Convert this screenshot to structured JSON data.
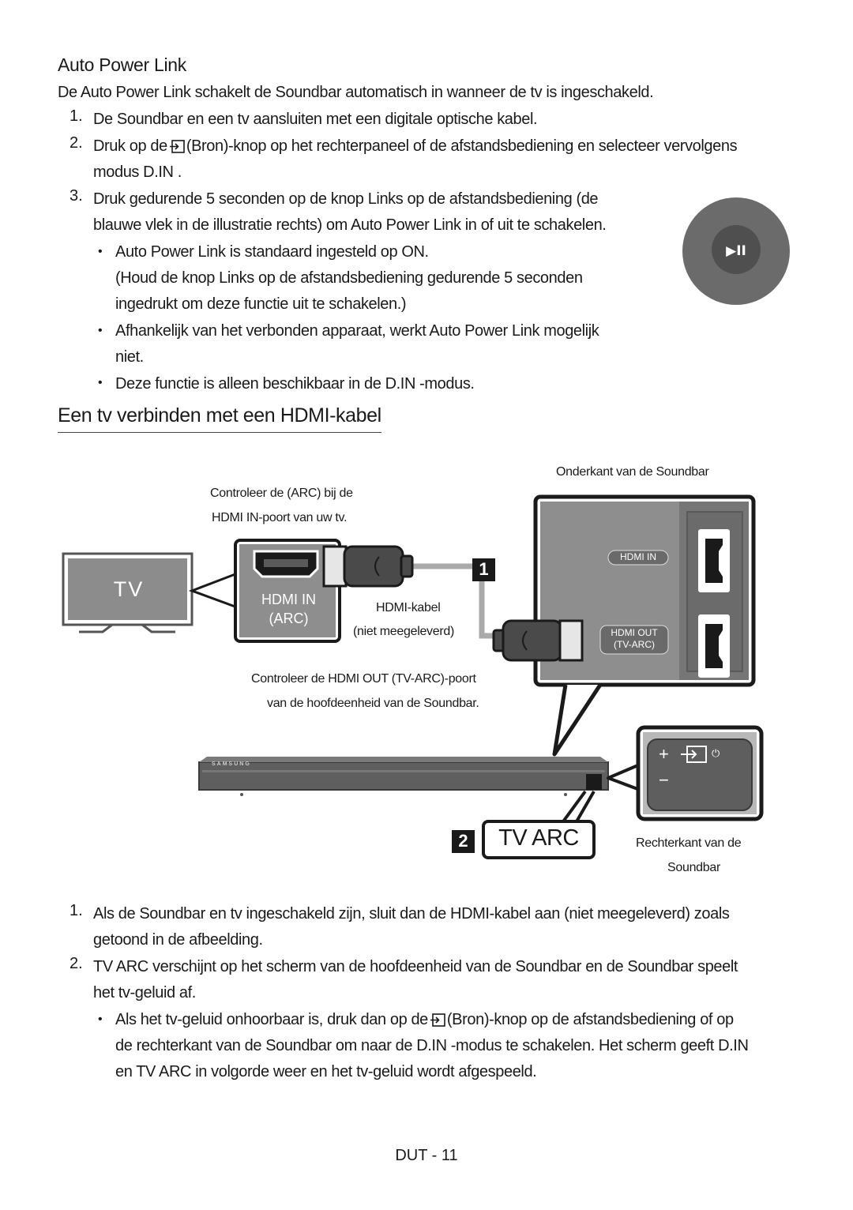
{
  "section1": {
    "title": "Auto Power Link",
    "intro": "De Auto Power Link schakelt de Soundbar automatisch in wanneer de tv is ingeschakeld.",
    "steps": [
      {
        "num": "1.",
        "text": "De Soundbar en een tv aansluiten met een digitale optische kabel."
      },
      {
        "num": "2.",
        "text_before": "Druk op de",
        "text_after": "(Bron)-knop op het rechterpaneel of de afstandsbediening en selecteer vervolgens",
        "text_line2": "modus  D.IN ."
      },
      {
        "num": "3.",
        "text_line1": "Druk gedurende 5 seconden op de knop Links op de afstandsbediening (de",
        "text_line2": "blauwe vlek in de illustratie rechts) om Auto Power Link in of uit te schakelen."
      }
    ],
    "bullets": [
      {
        "text": "Auto Power Link is standaard ingesteld op ON.",
        "sub_line1": "(Houd de knop Links op de afstandsbediening gedurende 5 seconden",
        "sub_line2": "ingedrukt om deze functie uit te schakelen.)"
      },
      {
        "text_line1": "Afhankelijk van het verbonden apparaat, werkt Auto Power Link mogelijk",
        "text_line2": "niet."
      },
      {
        "text": "Deze functie is alleen beschikbaar in de D.IN -modus."
      }
    ],
    "remote_button_label": "▶II",
    "bullet_char": "•"
  },
  "section2": {
    "title": "Een tv verbinden met een HDMI-kabel",
    "diagram": {
      "tv_label": "TV",
      "arc_note_line1": "Controleer de (ARC) bij de",
      "arc_note_line2": "HDMI IN-poort van uw tv.",
      "tv_port_label_line1": "HDMI IN",
      "tv_port_label_line2": "(ARC)",
      "cable_label_line1": "HDMI-kabel",
      "cable_label_line2": "(niet meegeleverd)",
      "bottom_label": "Onderkant van de Soundbar",
      "port_hdmi_in": "HDMI IN",
      "port_hdmi_out_line1": "HDMI OUT",
      "port_hdmi_out_line2": "(TV-ARC)",
      "check_line1": "Controleer de HDMI OUT (TV-ARC)-poort",
      "check_line2": "van de hoofdeenheid van de Soundbar.",
      "step1_marker": "1",
      "step2_marker": "2",
      "display_text": "TV ARC",
      "right_label_line1": "Rechterkant van de",
      "right_label_line2": "Soundbar",
      "brand": "SAMSUNG",
      "panel_plus": "+",
      "panel_minus": "−",
      "panel_power": "⏻"
    },
    "steps": [
      {
        "num": "1.",
        "text_line1": "Als de Soundbar en tv ingeschakeld zijn, sluit dan de HDMI-kabel aan (niet meegeleverd) zoals",
        "text_line2": "getoond in de afbeelding."
      },
      {
        "num": "2.",
        "text_line1": " TV ARC verschijnt op het scherm van de hoofdeenheid van de Soundbar en de Soundbar speelt",
        "text_line2": "het tv-geluid af."
      }
    ],
    "bullet": {
      "text_before": "Als het tv-geluid onhoorbaar is, druk dan op de",
      "text_after": "(Bron)-knop op de afstandsbediening of op",
      "text_line2": "de rechterkant van de Soundbar om naar de D.IN -modus te schakelen. Het scherm geeft D.IN",
      "text_line3": "en  TV ARC in volgorde weer en het tv-geluid wordt afgespeeld."
    }
  },
  "footer": {
    "page": "DUT - 11"
  }
}
